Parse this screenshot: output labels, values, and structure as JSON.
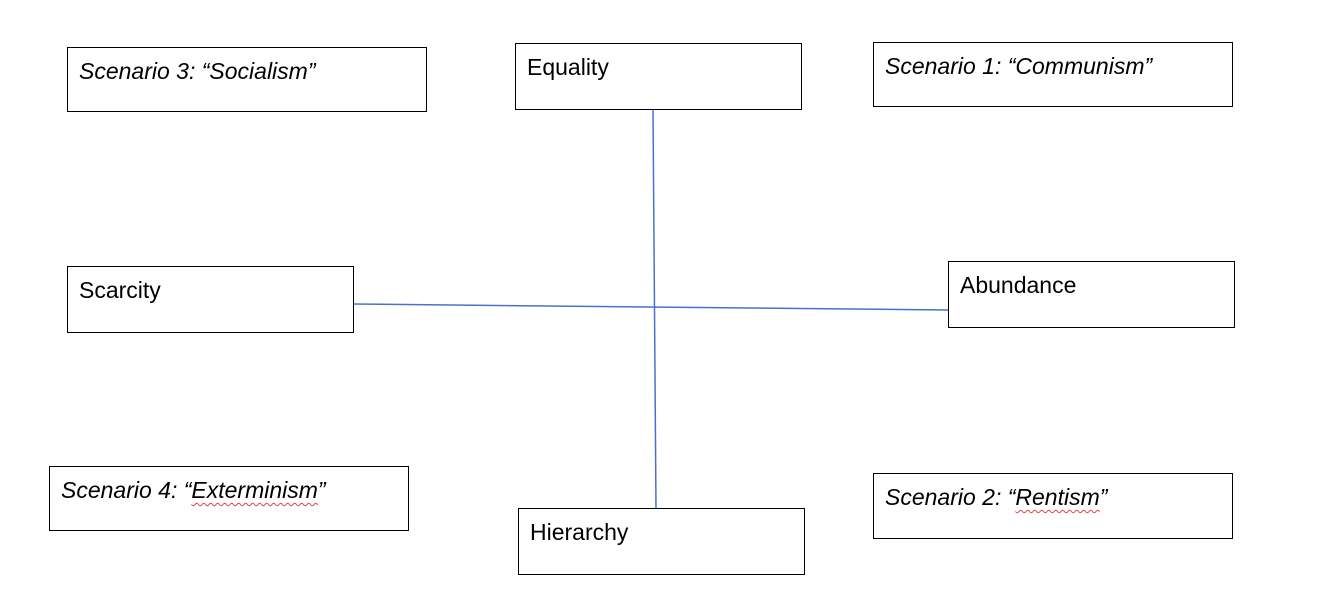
{
  "diagram": {
    "axis_color": "#4a6fd0",
    "axes": {
      "vertical": {
        "top_label": "Equality",
        "bottom_label": "Hierarchy"
      },
      "horizontal": {
        "left_label": "Scarcity",
        "right_label": "Abundance"
      }
    },
    "scenarios": [
      {
        "prefix": "Scenario 1: “",
        "name": "Communism",
        "suffix": "”"
      },
      {
        "prefix": "Scenario 2: “",
        "name": "Rentism",
        "suffix": "”"
      },
      {
        "prefix": "Scenario 3: “",
        "name": "Socialism",
        "suffix": "”"
      },
      {
        "prefix": "Scenario 4: “",
        "name": "Exterminism",
        "suffix": "”"
      }
    ]
  }
}
